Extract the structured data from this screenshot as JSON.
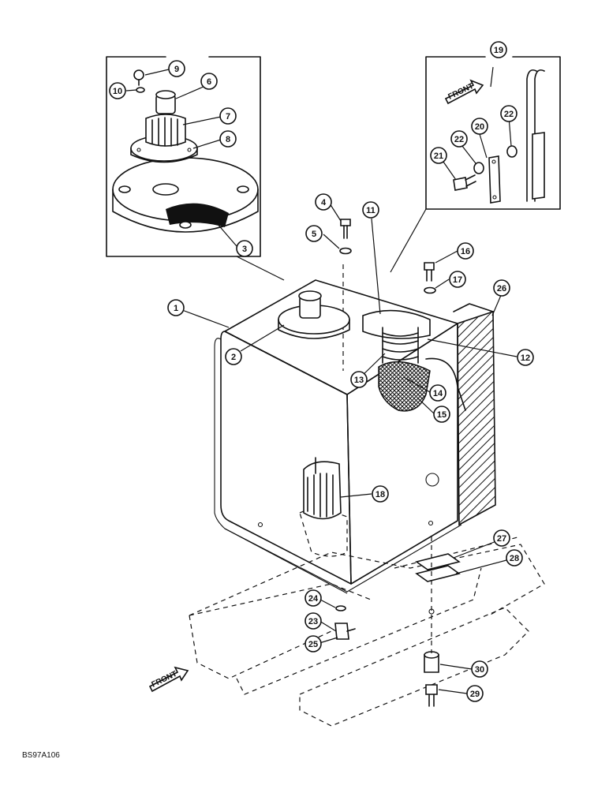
{
  "drawing_code": "BS97A106",
  "front_label": "FRONT",
  "callouts": [
    "1",
    "2",
    "3",
    "4",
    "5",
    "6",
    "7",
    "8",
    "9",
    "10",
    "11",
    "12",
    "13",
    "14",
    "15",
    "16",
    "17",
    "18",
    "19",
    "20",
    "21",
    "22",
    "23",
    "24",
    "25",
    "26",
    "27",
    "28",
    "29",
    "30"
  ]
}
